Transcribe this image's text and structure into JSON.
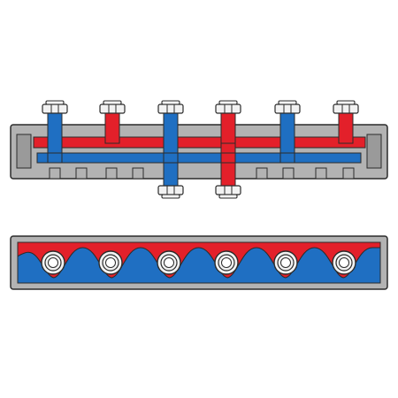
{
  "colors": {
    "hot": "#e3202a",
    "cold": "#1f6fc2",
    "body": "#b3b3b3",
    "body_dark": "#9a9a9a",
    "outline": "#2b2b2b",
    "metal": "#f2f2f2",
    "background": "#ffffff"
  },
  "diagram": {
    "top_view": {
      "label": "",
      "outlets_top": [
        {
          "id": 1,
          "circuit": "cold"
        },
        {
          "id": 2,
          "circuit": "hot"
        },
        {
          "id": 3,
          "circuit": "cold"
        },
        {
          "id": 4,
          "circuit": "hot"
        },
        {
          "id": 5,
          "circuit": "cold"
        },
        {
          "id": 6,
          "circuit": "hot"
        }
      ],
      "outlets_bottom": [
        {
          "id": 3,
          "circuit": "cold"
        },
        {
          "id": 4,
          "circuit": "hot"
        }
      ],
      "channels": [
        "hot",
        "cold"
      ]
    },
    "bottom_view": {
      "label": "",
      "ports": [
        {
          "id": 1
        },
        {
          "id": 2
        },
        {
          "id": 3
        },
        {
          "id": 4
        },
        {
          "id": 5
        },
        {
          "id": 6
        }
      ]
    }
  }
}
